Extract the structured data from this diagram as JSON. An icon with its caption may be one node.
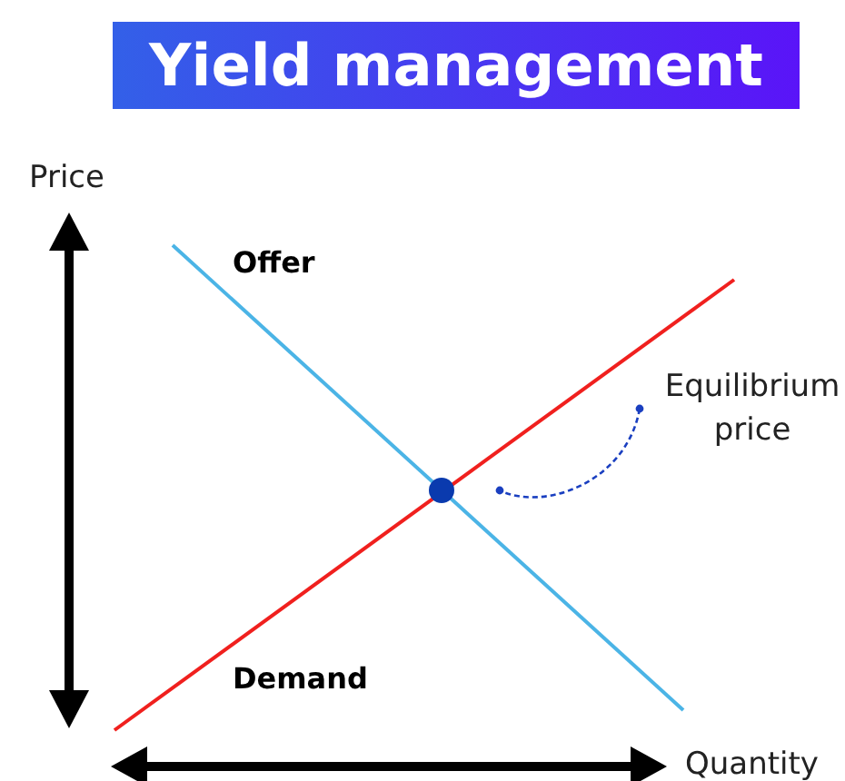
{
  "diagram": {
    "title": "Yield management",
    "nodes": [
      {
        "text": [
          "Equilibrium price"
        ]
      },
      {
        "text": [],
        "shape": "circle"
      }
    ],
    "edges": [
      {
        "from": 0,
        "to": 1,
        "arrow": "other",
        "style": "dashed"
      }
    ],
    "labels": [
      "Price",
      "Offer",
      "Demand",
      "Quantity"
    ]
  }
}
